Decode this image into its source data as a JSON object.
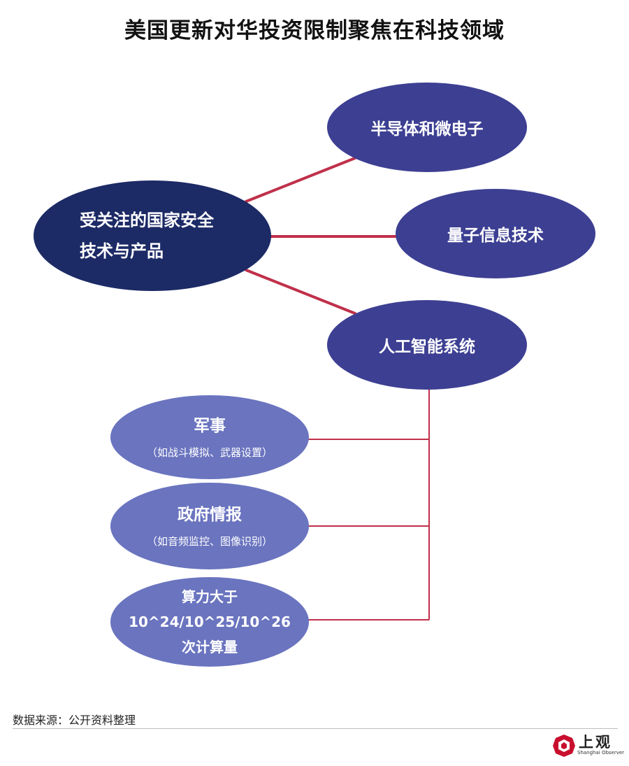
{
  "title": "美国更新对华投资限制聚焦在科技领域",
  "root": {
    "line1": "受关注的国家安全",
    "line2": "技术与产品"
  },
  "categories": [
    {
      "label": "半导体和微电子"
    },
    {
      "label": "量子信息技术"
    },
    {
      "label": "人工智能系统"
    }
  ],
  "ai_subitems": [
    {
      "heading": "军事",
      "note": "（如战斗模拟、武器设置）"
    },
    {
      "heading": "政府情报",
      "note": "（如音频监控、图像识别）"
    },
    {
      "lines": [
        "算力大于",
        "10^24/10^25/10^26",
        "次计算量"
      ]
    }
  ],
  "source": "数据来源：公开资料整理",
  "logo": {
    "name": "上观",
    "subtitle": "Shanghai Observer"
  },
  "colors": {
    "root": "#1c2a66",
    "main": "#3c3f92",
    "sub": "#6a74bf",
    "connector": "#c0304a"
  }
}
